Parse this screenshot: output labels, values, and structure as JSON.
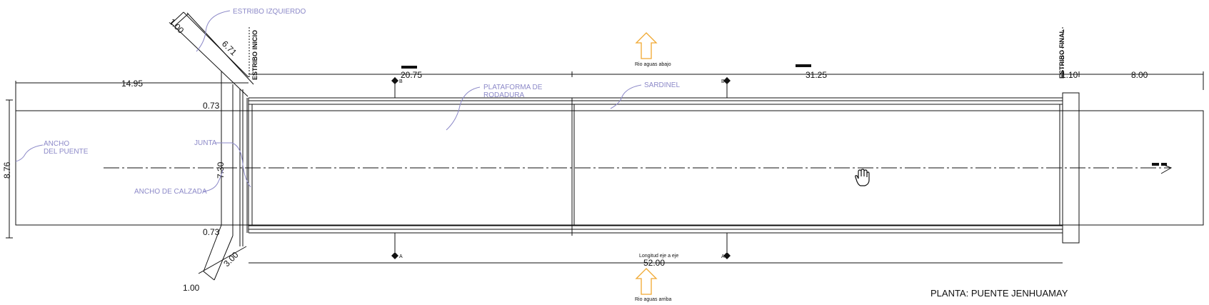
{
  "title": "PLANTA: PUENTE JENHUAMAY",
  "colors": {
    "line": "#111111",
    "annotation": "#8c89c8",
    "arrow": "#f0a830",
    "background": "#ffffff"
  },
  "labels": {
    "estribo_izquierdo": "ESTRIBO IZQUIERDO",
    "plataforma_l1": "PLATAFORMA DE",
    "plataforma_l2": "RODADURA",
    "sardinel": "SARDINEL",
    "ancho_puente_l1": "ANCHO",
    "ancho_puente_l2": "DEL PUENTE",
    "junta": "JUNTA",
    "ancho_calzada": "ANCHO DE CALZADA",
    "estribo_inicio": "ESTRIBO INICIO",
    "estribo_final": "ESTRIBO FINAL",
    "rio_abajo": "Rio aguas abajo",
    "rio_arriba": "Rio aguas arriba",
    "longitud_eje": "Longitud eje a eje"
  },
  "dimensions": {
    "wing_top_short": "1.00",
    "wing_top_long": "6.71",
    "approach_left": "14.95",
    "span_1": "20.75",
    "span_2": "31.25",
    "right_short": "1.10",
    "approach_right": "8.00",
    "ancho_puente": "8.76",
    "ancho_calzada": "7.30",
    "offset_top": "0.73",
    "offset_bottom": "0.73",
    "wing_bottom_diag": "3.00",
    "wing_bottom_short": "1.00",
    "total_length": "52.00"
  },
  "section_markers": [
    "B",
    "B",
    "A",
    "A"
  ],
  "icons": {
    "north_up": "arrow-up-icon",
    "north_down": "arrow-up-icon",
    "cursor": "hand-cursor-icon"
  }
}
